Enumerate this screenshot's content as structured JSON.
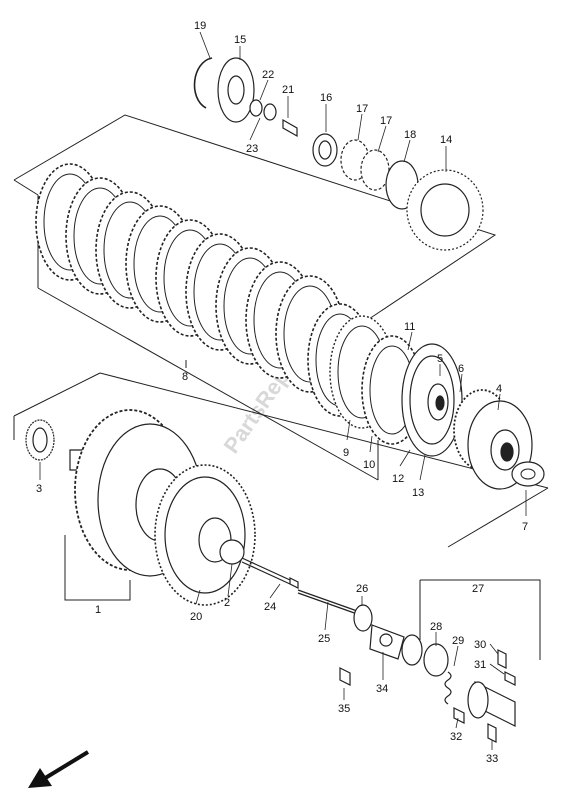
{
  "watermark": "PartsRepublik",
  "labels": {
    "l1": "1",
    "l2": "2",
    "l3": "3",
    "l4": "4",
    "l5": "5",
    "l6": "6",
    "l7": "7",
    "l8": "8",
    "l9": "9",
    "l10": "10",
    "l11": "11",
    "l12": "12",
    "l13": "13",
    "l14": "14",
    "l15": "15",
    "l16": "16",
    "l17a": "17",
    "l17b": "17",
    "l18": "18",
    "l19": "19",
    "l20": "20",
    "l21": "21",
    "l22": "22",
    "l23": "23",
    "l24": "24",
    "l25": "25",
    "l26": "26",
    "l27": "27",
    "l28": "28",
    "l29": "29",
    "l30": "30",
    "l31": "31",
    "l32": "32",
    "l33": "33",
    "l34": "34",
    "l35": "35"
  },
  "colors": {
    "ink": "#111111",
    "line": "#222222",
    "watermark": "#d8d8d8"
  },
  "icons": {
    "direction": "arrow-down-left-icon"
  }
}
